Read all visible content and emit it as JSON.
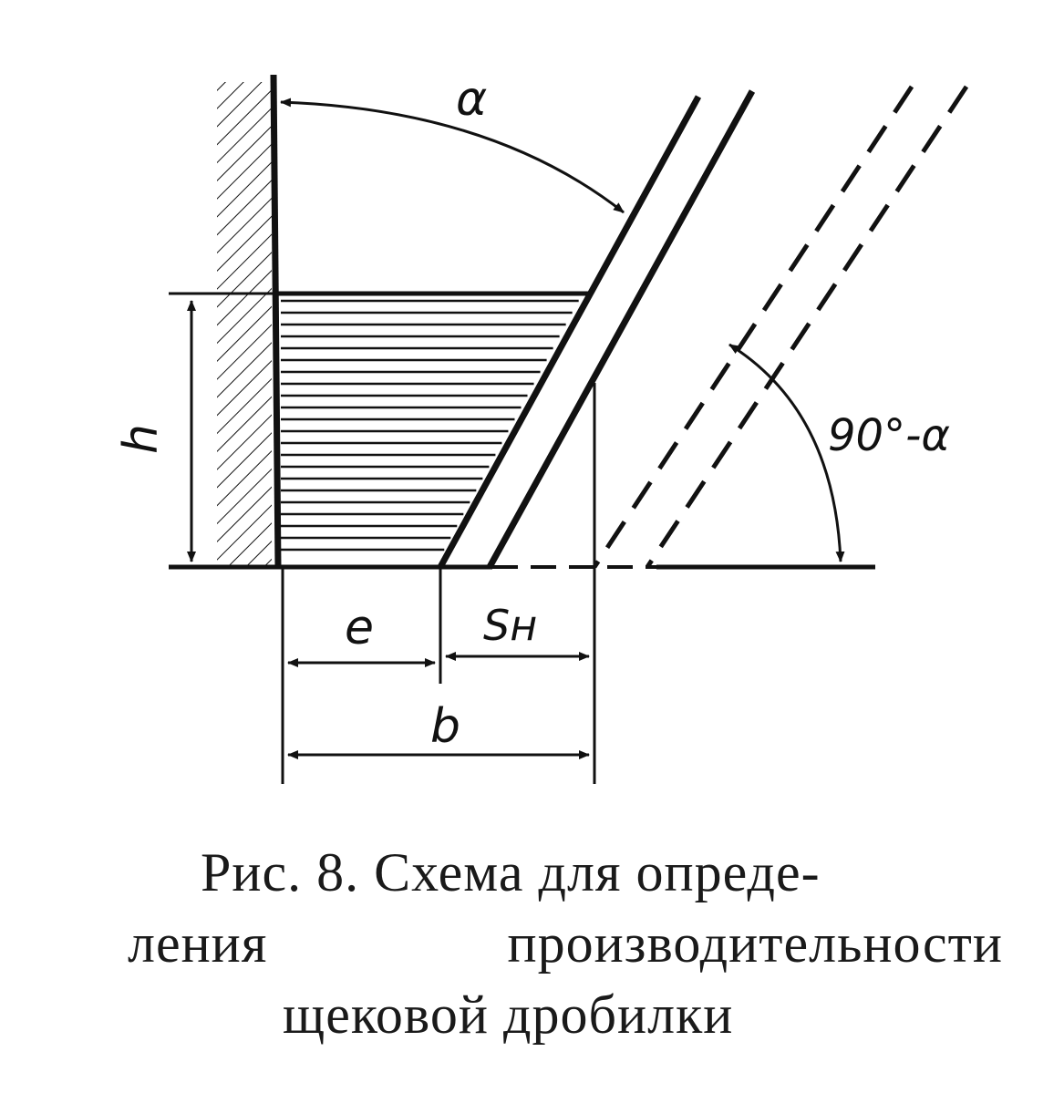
{
  "labels": {
    "alpha": "α",
    "complement": "90°-α",
    "h": "h",
    "e": "e",
    "s_n": "Sн",
    "b": "b"
  },
  "caption": {
    "line1": "Рис. 8. Схема для опреде-",
    "line2_a": "ления",
    "line2_b": "производительности",
    "line3": "щековой дробилки"
  },
  "colors": {
    "ink": "#111111",
    "background": "#ffffff"
  }
}
